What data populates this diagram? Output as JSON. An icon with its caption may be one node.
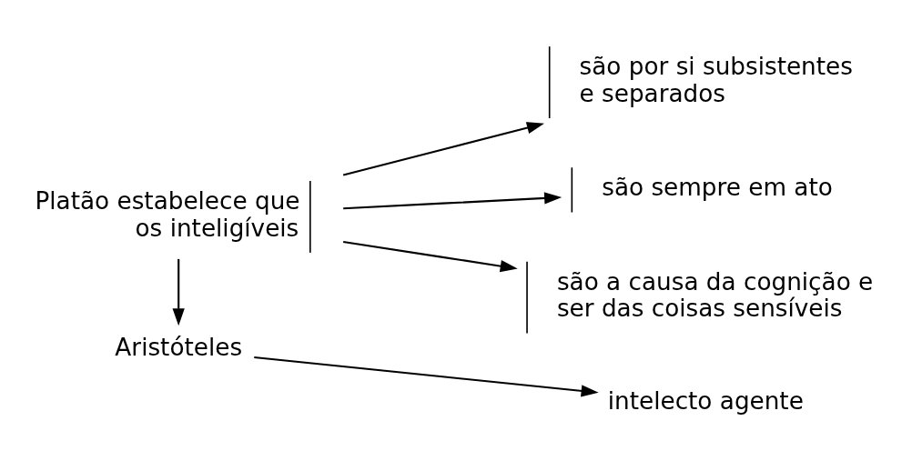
{
  "diagram": {
    "nodes": [
      {
        "text": [
          "Platão estabelece que os inteligíveis"
        ]
      },
      {
        "text": [
          "são por si subsistentes e separados"
        ]
      },
      {
        "text": [
          "são sempre em ato"
        ]
      },
      {
        "text": [
          "são a causa da cognição e ser das coisas sensíveis"
        ]
      },
      {
        "text": [
          "Aristóteles"
        ]
      },
      {
        "text": [
          "intelecto agente"
        ]
      }
    ],
    "edges": [
      {
        "from": 0,
        "to": 1,
        "arrow": "to"
      },
      {
        "from": 0,
        "to": 2,
        "arrow": "to"
      },
      {
        "from": 0,
        "to": 3,
        "arrow": "to"
      },
      {
        "from": 0,
        "to": 4,
        "arrow": "to"
      },
      {
        "from": 4,
        "to": 5,
        "arrow": "to"
      }
    ]
  }
}
